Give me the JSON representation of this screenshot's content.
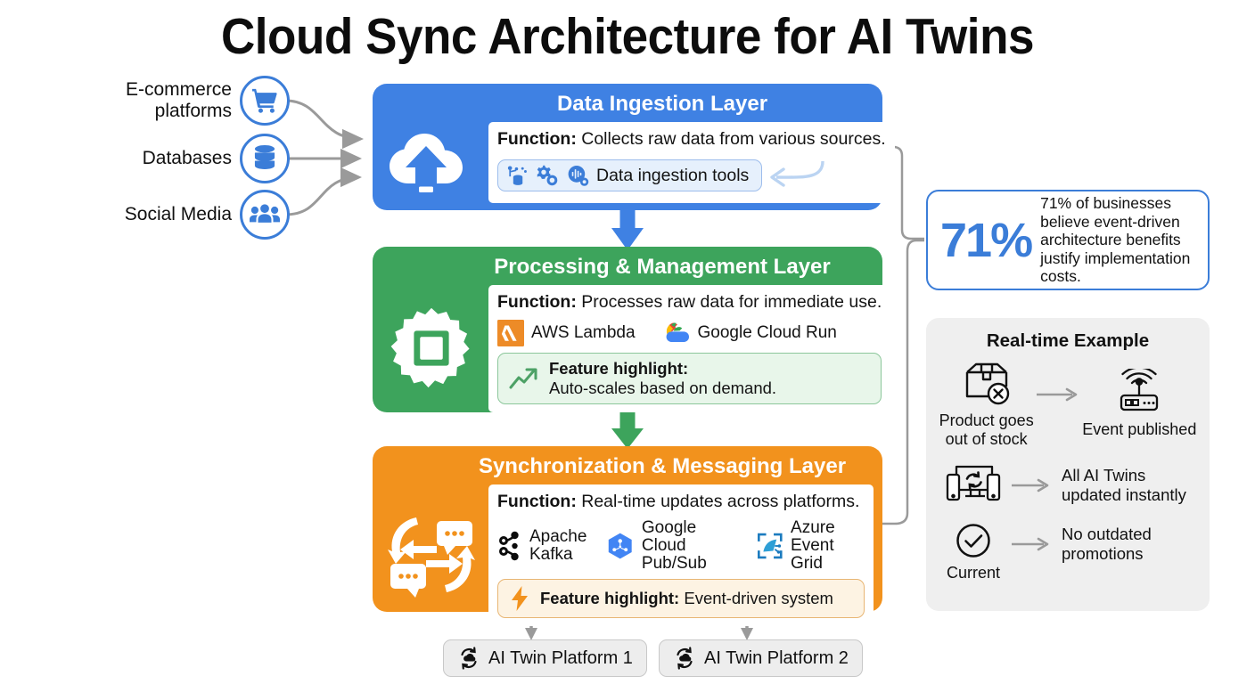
{
  "title": "Cloud Sync Architecture for AI Twins",
  "sources": [
    {
      "label": "E-commerce\nplatforms",
      "icon": "shopping-cart-icon"
    },
    {
      "label": "Databases",
      "icon": "database-icon"
    },
    {
      "label": "Social Media",
      "icon": "people-group-icon"
    }
  ],
  "layers": [
    {
      "key": "ingestion",
      "title": "Data Ingestion Layer",
      "color": "#3F81E3",
      "icon": "cloud-upload-icon",
      "function_label": "Function:",
      "function_text": "Collects raw data from various sources.",
      "tools_pill": {
        "label": "Data ingestion tools",
        "icons": [
          "data-pipeline-icon",
          "gears-icon",
          "waveform-gear-icon"
        ]
      }
    },
    {
      "key": "processing",
      "title": "Processing & Management Layer",
      "color": "#3DA45C",
      "icon": "cpu-gear-icon",
      "function_label": "Function:",
      "function_text": "Processes raw data for immediate use.",
      "vendors": [
        {
          "name": "AWS Lambda",
          "icon": "aws-lambda-icon"
        },
        {
          "name": "Google Cloud Run",
          "icon": "google-cloud-run-icon"
        }
      ],
      "feature": {
        "icon": "trending-up-icon",
        "label": "Feature highlight:",
        "text": "Auto-scales based on demand.",
        "bg": "#E8F6EA",
        "border": "#8CC79B"
      }
    },
    {
      "key": "sync",
      "title": "Synchronization & Messaging Layer",
      "color": "#F2921D",
      "icon": "sync-messages-icon",
      "function_label": "Function:",
      "function_text": "Real-time updates across platforms.",
      "vendors": [
        {
          "name": "Apache\nKafka",
          "icon": "apache-kafka-icon"
        },
        {
          "name": "Google Cloud\nPub/Sub",
          "icon": "google-pubsub-icon"
        },
        {
          "name": "Azure\nEvent Grid",
          "icon": "azure-event-grid-icon"
        }
      ],
      "feature": {
        "icon": "lightning-bolt-icon",
        "label": "Feature highlight:",
        "text": "Event-driven system",
        "bg": "#FDF3E3",
        "border": "#E8B674"
      }
    }
  ],
  "stat": {
    "number": "71%",
    "text": "71% of businesses believe event-driven architecture benefits justify implementation costs.",
    "color": "#3b7dd8"
  },
  "realtime": {
    "title": "Real-time Example",
    "rows": [
      {
        "left_icon": "box-out-of-stock-icon",
        "left_caption": "Product goes\nout of stock",
        "arrow": "arrow-right-icon",
        "right_icon": "router-broadcast-icon",
        "right_caption": "Event published"
      },
      {
        "left_icon": "devices-sync-icon",
        "arrow": "arrow-right-icon",
        "right_text": "All AI Twins\nupdated instantly"
      },
      {
        "left_icon": "check-circle-icon",
        "left_caption": "Current",
        "arrow": "arrow-right-icon",
        "right_text": "No outdated\npromotions"
      }
    ]
  },
  "platforms": [
    {
      "label": "AI Twin Platform 1",
      "icon": "cloud-sync-icon"
    },
    {
      "label": "AI Twin Platform 2",
      "icon": "cloud-sync-icon"
    }
  ]
}
